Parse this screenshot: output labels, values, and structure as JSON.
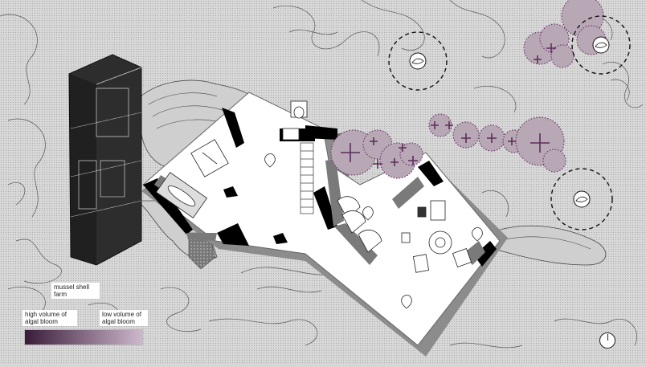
{
  "labels": {
    "farm": "mussel shell\nfarm",
    "high": "high volume of\nalgal bloom",
    "low": "low volume of\nalgal bloom"
  },
  "colors": {
    "background": "#d6d6d6",
    "algae_fill": "#b8a7b5",
    "algae_outline": "#6b3a6a",
    "plus": "#5b2d59",
    "building": "#000000",
    "floor": "#ffffff",
    "wall_shadow": "#8c8c8c",
    "legend_dark": "#3a1c3a",
    "legend_light": "#cdb8cc"
  },
  "icons": [
    "mussel-icon",
    "north-arrow-icon",
    "plus-icon"
  ]
}
